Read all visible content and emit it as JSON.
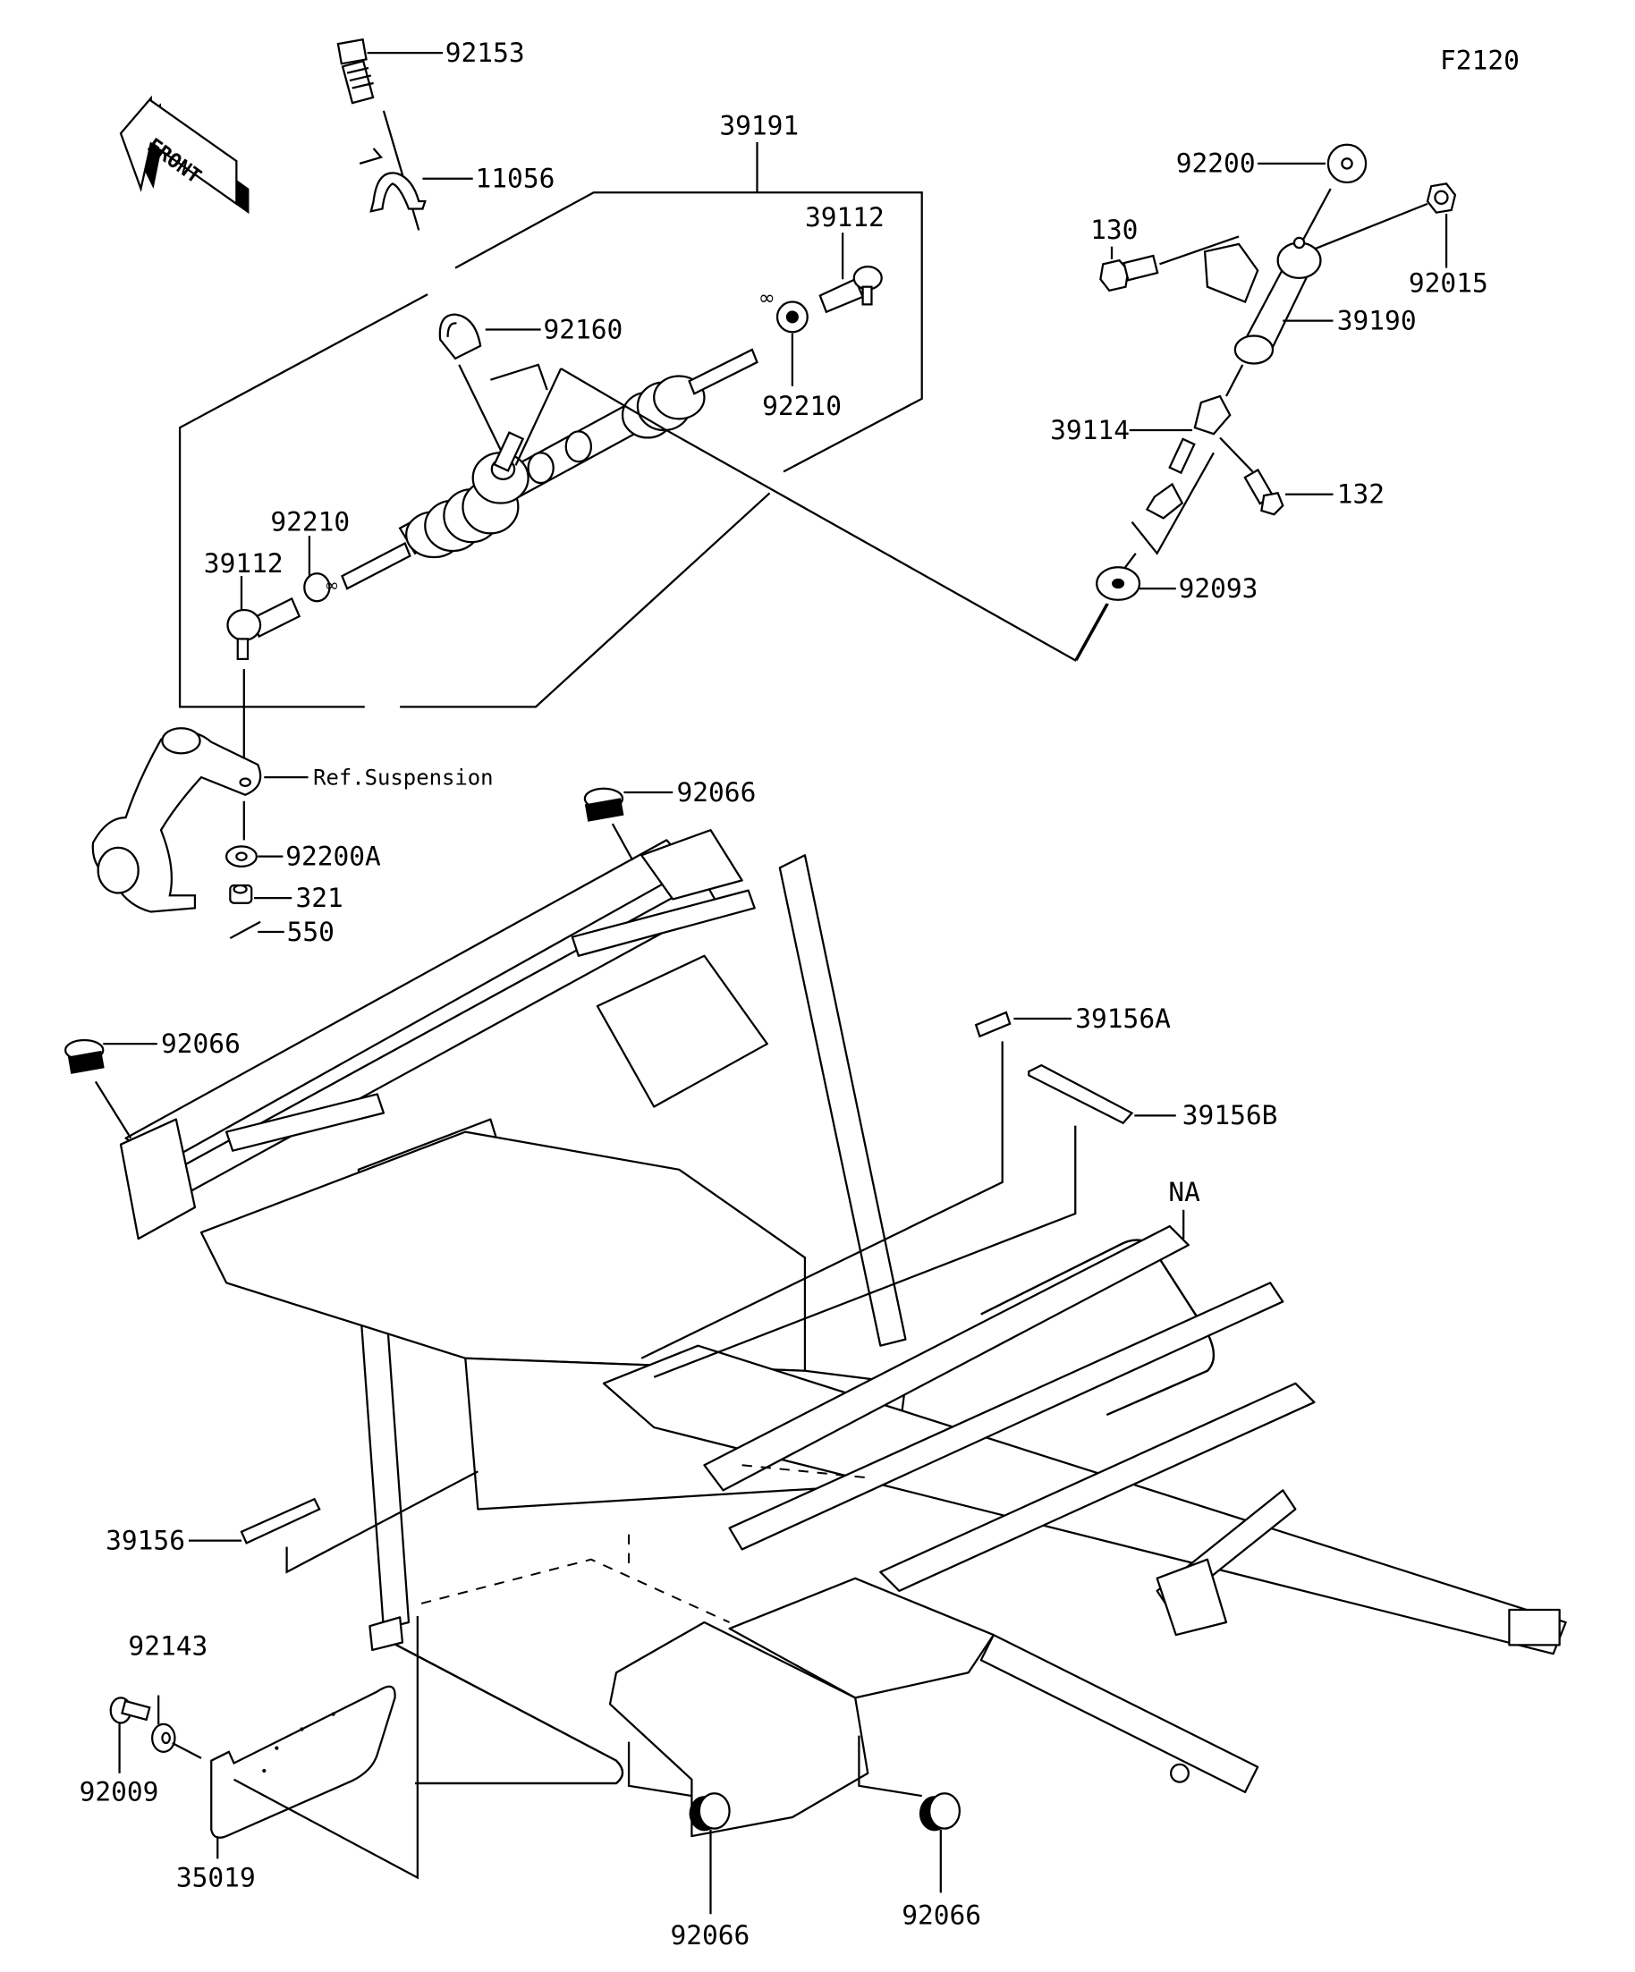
{
  "diagram": {
    "figure_code": "F2120",
    "front_indicator": "FRONT",
    "reference_note": "Ref.Suspension",
    "labels": {
      "p92153": "92153",
      "p11056": "11056",
      "p92160": "92160",
      "p39191": "39191",
      "p39112_right": "39112",
      "p92210_right": "92210",
      "p92210_left": "92210",
      "p39112_left": "39112",
      "p92200": "92200",
      "p130": "130",
      "p92015": "92015",
      "p39190": "39190",
      "p39114": "39114",
      "p132": "132",
      "p92093": "92093",
      "p92066_top": "92066",
      "p92200A": "92200A",
      "p321": "321",
      "p550": "550",
      "p92066_left": "92066",
      "p39156A": "39156A",
      "p39156B": "39156B",
      "pNA": "NA",
      "p39156": "39156",
      "p92143": "92143",
      "p92009": "92009",
      "p35019": "35019",
      "p92066_bottom_left": "92066",
      "p92066_bottom_right": "92066"
    }
  }
}
